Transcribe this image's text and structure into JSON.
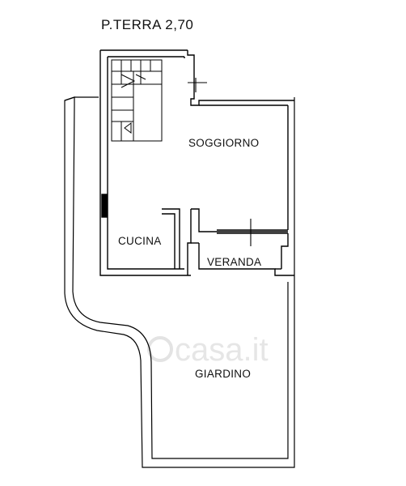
{
  "title": "P.TERRA 2,70",
  "rooms": {
    "soggiorno": "SOGGIORNO",
    "cucina": "CUCINA",
    "veranda": "VERANDA",
    "giardino": "GIARDINO"
  },
  "watermark": "casa.it",
  "colors": {
    "wall": "#000000",
    "background": "#ffffff",
    "watermark": "#e6e6e6"
  }
}
